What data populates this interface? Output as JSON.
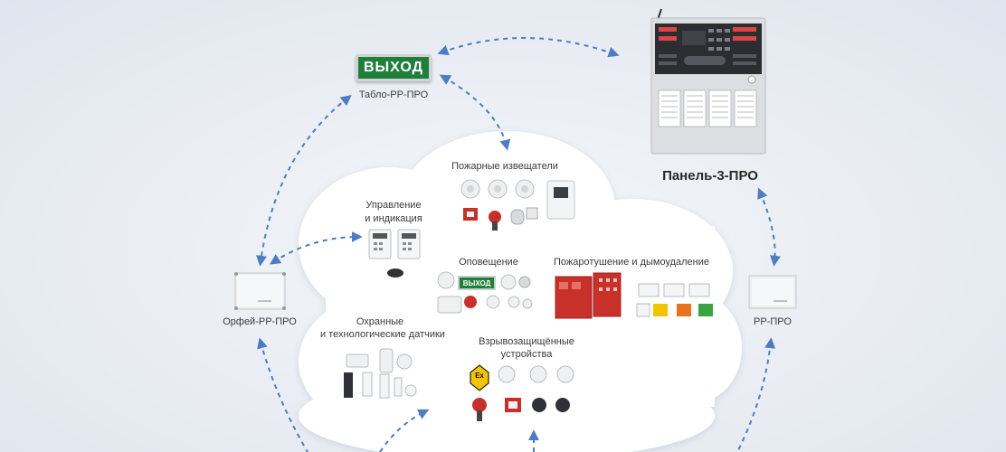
{
  "colors": {
    "cloud": "#ffffff",
    "arrow": "#4f7bc4",
    "sign_green": "#1f7f3a",
    "fire_red": "#c8302a",
    "device_gray": "#e3e5e7",
    "ex_yellow": "#f2c400"
  },
  "nodes": {
    "exit_sign_text": "ВЫХОД",
    "tablo_label": "Табло-РР-ПРО",
    "panel_label": "Панель-3-ПРО",
    "orfey_label": "Орфей-РР-ПРО",
    "rr_label": "РР-ПРО"
  },
  "groups": {
    "fire_detectors": "Пожарные извещатели",
    "control_line1": "Управление",
    "control_line2": "и индикация",
    "alert": "Оповещение",
    "exit_sign_small_text": "ВЫХОД",
    "extinguish": "Пожаротушение и дымоудаление",
    "security_line1": "Охранные",
    "security_line2": "и технологические датчики",
    "explosion_line1": "Взрывозащищённые",
    "explosion_line2": "устройства",
    "ex_symbol": "Ex"
  },
  "connections": [
    [
      "Табло-РР-ПРО",
      "Панель-3-ПРО"
    ],
    [
      "Панель-3-ПРО",
      "РР-ПРО"
    ],
    [
      "Табло-РР-ПРО",
      "Орфей-РР-ПРО"
    ],
    [
      "Табло-РР-ПРО",
      "Пожарные извещатели"
    ],
    [
      "Орфей-РР-ПРО",
      "Управление и индикация"
    ]
  ]
}
